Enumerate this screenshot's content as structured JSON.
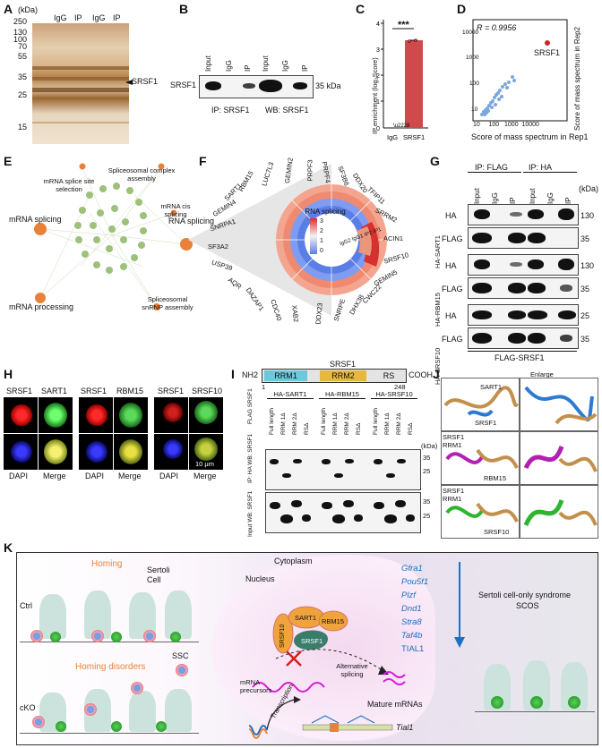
{
  "panels": {
    "A": "A",
    "B": "B",
    "C": "C",
    "D": "D",
    "E": "E",
    "F": "F",
    "G": "G",
    "H": "H",
    "I": "I",
    "J": "J",
    "K": "K"
  },
  "A": {
    "kda": "(kDa)",
    "markers": [
      "250",
      "130",
      "100",
      "70",
      "55",
      "35",
      "25",
      "15"
    ],
    "lanes": [
      "IgG",
      "IP",
      "IgG",
      "IP"
    ],
    "arrow_label": "SRSF1"
  },
  "B": {
    "lanes": [
      "Input",
      "IgG",
      "IP",
      "Input",
      "IgG",
      "IP"
    ],
    "row_label": "SRSF1",
    "size_label": "35 kDa",
    "ip_caption": "IP: SRSF1",
    "wb_caption": "WB: SRSF1"
  },
  "C": {
    "ylabel": "IP enrichment (log₂Score)",
    "significance": "***",
    "accent": "#d0494c"
  },
  "D": {
    "r_text": "R = 0.9956",
    "xlabel": "Score of mass spectrum in Rep1",
    "ylabel": "Score of mass spectrum in Rep2",
    "highlight": "SRSF1",
    "point_color": "#7aa7dd",
    "highlight_color": "#c62828"
  },
  "E": {
    "nodes": [
      "mRNA splice site selection",
      "Spliceosomal complex assembly",
      "mRNA cis splicing",
      "mRNA splicing",
      "RNA splicing",
      "mRNA processing",
      "Spliceosomal snRNP assembly"
    ]
  },
  "F": {
    "proteins": [
      "RBM15",
      "LUC7L3",
      "GEMIN2",
      "PRPF3",
      "PRPF4",
      "SF3B6",
      "DDX20",
      "TFIP11",
      "SRRM2",
      "ACIN1",
      "SRSF10",
      "GEMIN5",
      "CWC22",
      "DHX38",
      "SNRPE",
      "DDX23",
      "XAB2",
      "CDC40",
      "DAZAP1",
      "AQR",
      "USP39",
      "SF3A2",
      "SNRPA1",
      "GEMIN4",
      "SART1"
    ],
    "legend_title": "RNA splicing",
    "legend_ticks": [
      "3",
      "2",
      "1",
      "0"
    ],
    "ring_labels": "IgG2 IgG1 IP2 IP1"
  },
  "G": {
    "ip_flag": "IP: FLAG",
    "ip_ha": "IP: HA",
    "lanes": [
      "Input",
      "IgG",
      "IP",
      "Input",
      "IgG",
      "IP"
    ],
    "kda": "(kDa)",
    "rows": [
      {
        "label": "HA",
        "group": "HA-SART1",
        "size": "130"
      },
      {
        "label": "FLAG",
        "group": "",
        "size": "35"
      },
      {
        "label": "HA",
        "group": "HA-RBM15",
        "size": "130"
      },
      {
        "label": "FLAG",
        "group": "",
        "size": "35"
      },
      {
        "label": "HA",
        "group": "HA-SRSF10",
        "size": "25"
      },
      {
        "label": "FLAG",
        "group": "",
        "size": "35"
      }
    ],
    "bottom": "FLAG-SRSF1"
  },
  "H": {
    "top_labels": [
      "SRSF1",
      "SART1",
      "SRSF1",
      "RBM15",
      "SRSF1",
      "SRSF10"
    ],
    "bottom_labels": [
      "DAPI",
      "Merge",
      "DAPI",
      "Merge",
      "DAPI",
      "Merge"
    ],
    "scale": "10 μm"
  },
  "I": {
    "title": "SRSF1",
    "nh2": "NH2",
    "cooh": "COOH",
    "rrm1": "RRM1",
    "rrm2": "RRM2",
    "rs": "RS",
    "start": "1",
    "end": "248",
    "groups": [
      "HA-SART1",
      "HA-RBM15",
      "HA-SRSF10"
    ],
    "lanes": [
      "Full length",
      "RRM 1Δ",
      "RRM 2Δ",
      "RSΔ"
    ],
    "flag_label": "FLAG SRSF1",
    "ip_label": "IP: HA WB: SRSF1",
    "input_label": "Input WB: SRSF1",
    "sizes": [
      "35",
      "25",
      "35",
      "25"
    ],
    "kda": "(kDa)"
  },
  "J": {
    "enlarge": "Enlarge",
    "labels": [
      "SART1",
      "SRSF1",
      "SRSF1 RRM1",
      "RBM15",
      "SRSF1 RRM1",
      "SRSF10"
    ]
  },
  "K": {
    "homing": "Homing",
    "sertoli": "Sertoli Cell",
    "ctrl": "Ctrl",
    "cytoplasm": "Cytoplasm",
    "nucleus": "Nucleus",
    "homing_disorders": "Homing disorders",
    "ssc": "SSC",
    "cko": "cKO",
    "genes": [
      "Gfra1",
      "Pou5f1",
      "Plzf",
      "Dnd1",
      "Stra8",
      "Taf4b",
      "TIAL1"
    ],
    "scos1": "Sertoli cell-only syndrome",
    "scos2": "SCOS",
    "mrna_prec": "mRNA precursors",
    "alt_splicing": "Alternative splicing",
    "transcription": "Transcription",
    "mature": "Mature mRNAs",
    "tial1": "Tial1",
    "complex": [
      "SRSF10",
      "SART1",
      "RBM15",
      "SRSF1"
    ],
    "orange": "#e8823a",
    "blue": "#1f6fc4"
  }
}
